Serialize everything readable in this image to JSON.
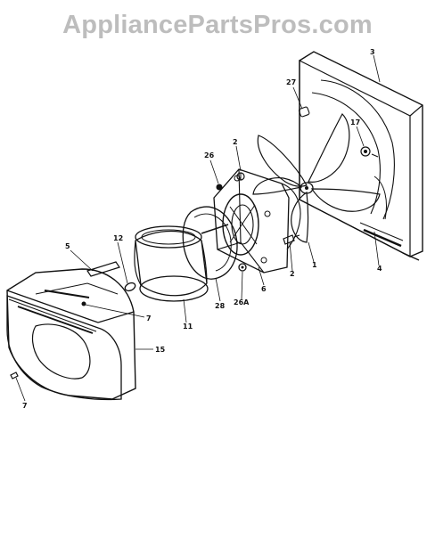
{
  "watermark": "AppliancePartsPros.com",
  "callouts": [
    {
      "id": "c3",
      "label": "3"
    },
    {
      "id": "c27",
      "label": "27"
    },
    {
      "id": "c17",
      "label": "17"
    },
    {
      "id": "c26",
      "label": "26"
    },
    {
      "id": "c2a",
      "label": "2"
    },
    {
      "id": "c5",
      "label": "5"
    },
    {
      "id": "c12",
      "label": "12"
    },
    {
      "id": "c7a",
      "label": "7"
    },
    {
      "id": "c11",
      "label": "11"
    },
    {
      "id": "c28",
      "label": "28"
    },
    {
      "id": "c26a",
      "label": "26A"
    },
    {
      "id": "c6",
      "label": "6"
    },
    {
      "id": "c2b",
      "label": "2"
    },
    {
      "id": "c1",
      "label": "1"
    },
    {
      "id": "c4",
      "label": "4"
    },
    {
      "id": "c15",
      "label": "15"
    },
    {
      "id": "c7b",
      "label": "7"
    }
  ]
}
